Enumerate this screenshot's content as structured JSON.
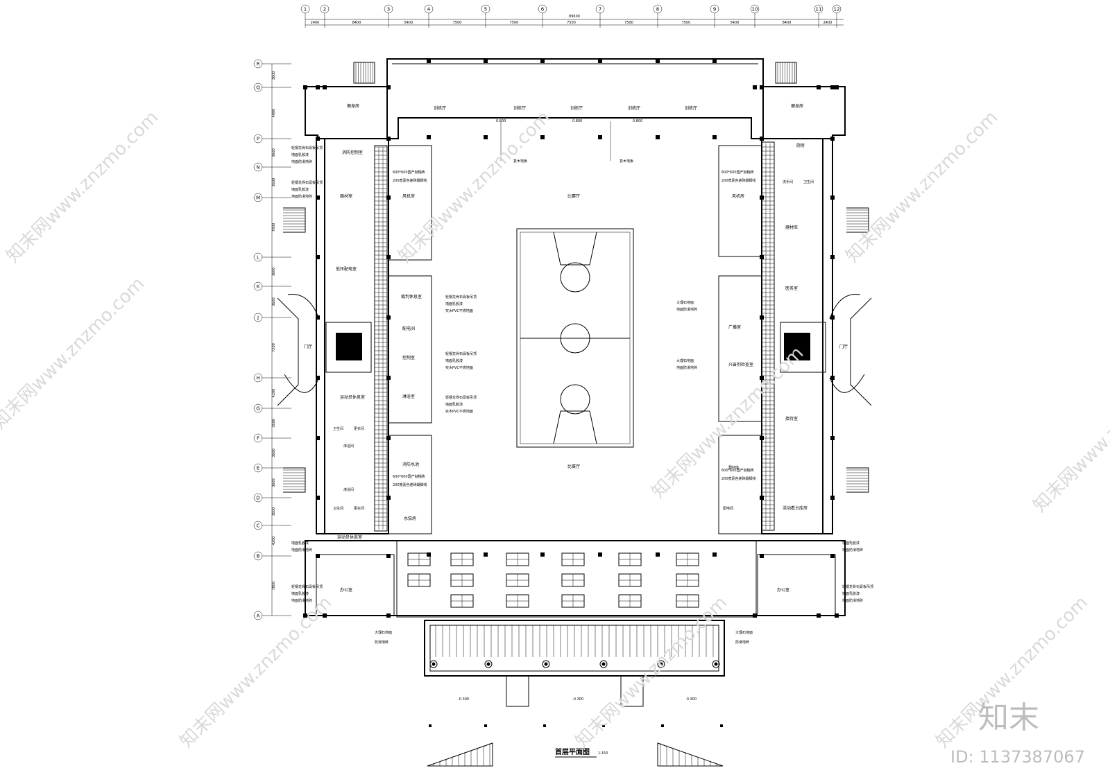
{
  "dimensions": {
    "total": "89600",
    "spans": [
      "2400",
      "8400",
      "5400",
      "7500",
      "7500",
      "7500",
      "7500",
      "7500",
      "5400",
      "8400",
      "2400"
    ],
    "vertical": [
      "3600",
      "4800",
      "3600",
      "3600",
      "7800",
      "3600",
      "3600",
      "7200",
      "4200",
      "3600",
      "3600",
      "3600",
      "3600",
      "4200",
      "7800"
    ]
  },
  "axes": {
    "top": [
      "1",
      "2",
      "3",
      "4",
      "5",
      "6",
      "7",
      "8",
      "9",
      "10",
      "11",
      "12"
    ],
    "left": [
      "R",
      "Q",
      "P",
      "N",
      "M",
      "L",
      "K",
      "J",
      "H",
      "G",
      "F",
      "E",
      "D",
      "C",
      "B",
      "A"
    ]
  },
  "rooms": {
    "gym_left": "健身房",
    "gym_right": "健身房",
    "training_1": "训练厅",
    "training_2": "训练厅",
    "training_3": "训练厅",
    "training_4": "训练厅",
    "training_5": "训练厅",
    "fire_control": "消防控制室",
    "storage": "器材室",
    "wind_left": "风机房",
    "wind_right": "风机房",
    "low_voltage": "低压配电室",
    "judge": "裁判休息室",
    "power": "配电间",
    "control": "控制室",
    "shower": "淋浴室",
    "lobby_left": "门厅",
    "lobby_right": "门厅",
    "athlete_rest": "运动员休息室",
    "wc1": "卫生间",
    "wc2": "卫生间",
    "changing1": "更衣间",
    "changing2": "更衣间",
    "shower1": "淋浴间",
    "shower2": "淋浴间",
    "fire_pool": "消防水池",
    "water_pump": "水泵房",
    "athlete_rest2": "运动员休息室",
    "office_left": "办公室",
    "office_right": "办公室",
    "competition": "比赛厅",
    "competition2": "比赛厅",
    "equipment": "器材库",
    "medical": "医务室",
    "broadcast": "广播室",
    "doping": "兴奋剂检查室",
    "reception": "接待室",
    "kitchen": "厨房",
    "toilet_r": "卫生间",
    "washroom": "洗手间",
    "power_r": "配电间",
    "sports_storage": "器材库",
    "mobile_seat": "活动看台库房"
  },
  "elevations": {
    "e1": "0.800",
    "e2": "0.800",
    "e3": "0.800",
    "o1": "-0.300",
    "o2": "-0.300",
    "o3": "-0.300"
  },
  "notes": {
    "wood_floor": "复木地板",
    "tile_600": "600*600国产抛釉砖",
    "tile_200": "200宽素色瓷砖踢脚线",
    "ceiling": "轻钢龙骨石膏板吊顶",
    "wall_paint": "墙面乳胶漆",
    "pvc": "实木PVC不燃地面",
    "waterproof": "地面防滑地砖",
    "marble": "大理石地面",
    "stair_note": "防滑地砖"
  },
  "stamps": {
    "drawing_title": "首层平面图",
    "scale": "1:150",
    "watermark": "知末网www.znzmo.com",
    "brand": "知末",
    "id": "ID: 1137387067"
  }
}
